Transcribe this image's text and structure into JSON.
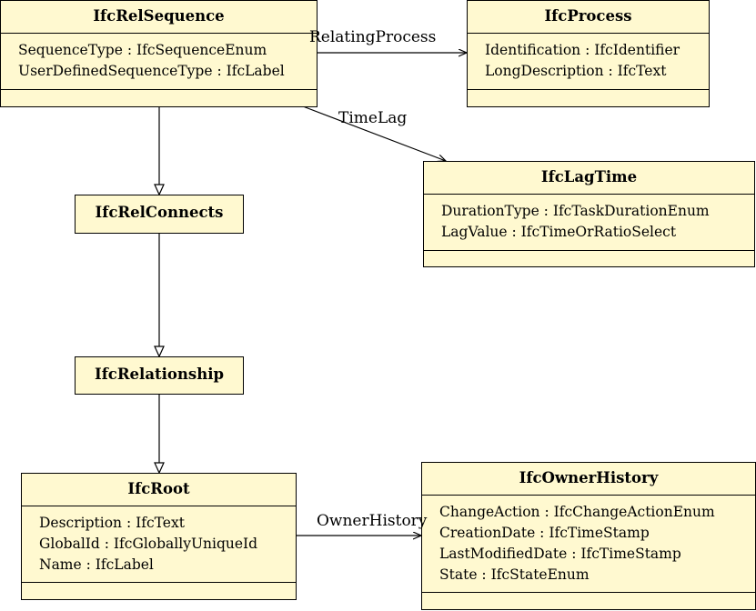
{
  "classes": {
    "rel_sequence": {
      "name": "IfcRelSequence",
      "attributes": [
        "SequenceType : IfcSequenceEnum",
        "UserDefinedSequenceType : IfcLabel"
      ]
    },
    "process": {
      "name": "IfcProcess",
      "attributes": [
        "Identification : IfcIdentifier",
        "LongDescription : IfcText"
      ]
    },
    "lag_time": {
      "name": "IfcLagTime",
      "attributes": [
        "DurationType : IfcTaskDurationEnum",
        "LagValue : IfcTimeOrRatioSelect"
      ]
    },
    "rel_connects": {
      "name": "IfcRelConnects",
      "attributes": []
    },
    "relationship": {
      "name": "IfcRelationship",
      "attributes": []
    },
    "root": {
      "name": "IfcRoot",
      "attributes": [
        "Description : IfcText",
        "GlobalId : IfcGloballyUniqueId",
        "Name : IfcLabel"
      ]
    },
    "owner_history": {
      "name": "IfcOwnerHistory",
      "attributes": [
        "ChangeAction : IfcChangeActionEnum",
        "CreationDate : IfcTimeStamp",
        "LastModifiedDate : IfcTimeStamp",
        "State : IfcStateEnum"
      ]
    }
  },
  "associations": {
    "relating_process": "RelatingProcess",
    "time_lag": "TimeLag",
    "owner_history": "OwnerHistory"
  },
  "colors": {
    "class_fill": "#fff9d0",
    "line": "#000000"
  }
}
